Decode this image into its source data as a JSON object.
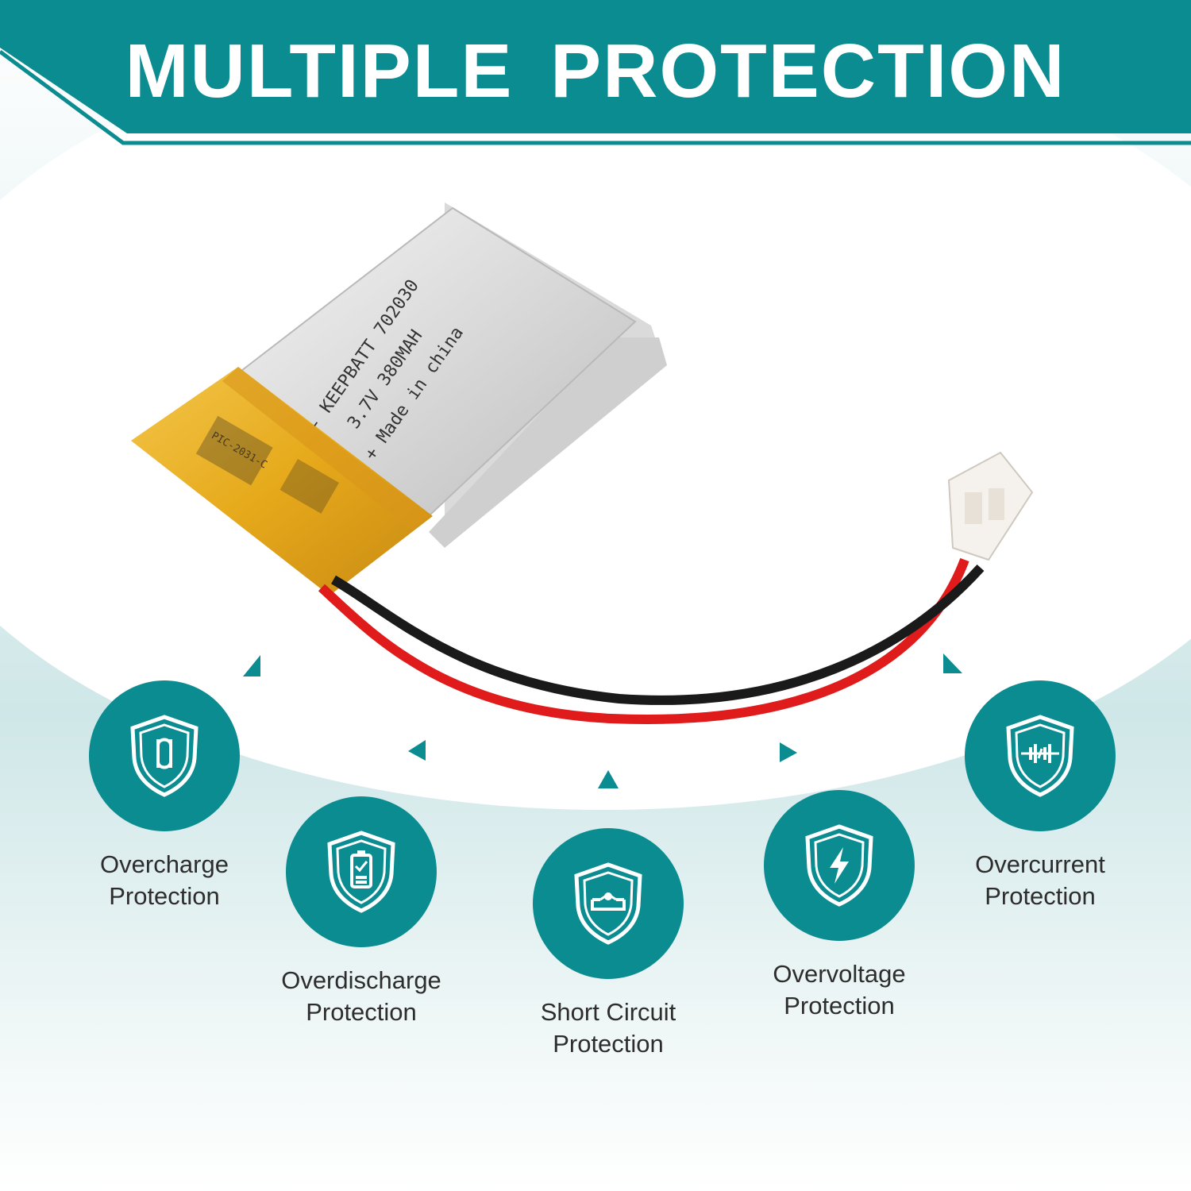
{
  "banner": {
    "title": "MULTIPLE  PROTECTION"
  },
  "battery": {
    "line1": "- KEEPBATT 702030",
    "line2": "3.7V 380MAH",
    "line3": "+ Made in china",
    "pcb_text": "PIC-2031-C"
  },
  "features": [
    {
      "icon": "shield-circuit-icon",
      "line1": "Overcharge",
      "line2": "Protection"
    },
    {
      "icon": "shield-battery-icon",
      "line1": "Overdischarge",
      "line2": "Protection"
    },
    {
      "icon": "shield-short-circuit-icon",
      "line1": "Short Circuit",
      "line2": "Protection"
    },
    {
      "icon": "shield-lightning-icon",
      "line1": "Overvoltage",
      "line2": "Protection"
    },
    {
      "icon": "shield-current-icon",
      "line1": "Overcurrent",
      "line2": "Protection"
    }
  ],
  "colors": {
    "teal": "#0b8c91",
    "background_tint": "#d6ebec",
    "text": "#2d2d2d"
  }
}
